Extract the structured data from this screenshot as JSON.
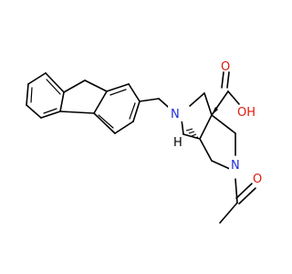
{
  "atoms": {
    "ring_nitrogen_1": "N",
    "ring_nitrogen_2": "N",
    "acid_oxygen": "O",
    "acid_hydroxyl": "OH",
    "acetyl_oxygen": "O",
    "stereo_hydrogen": "H"
  },
  "colors": {
    "bond": "#000000",
    "nitrogen": "#1f2fd6",
    "oxygen": "#e0190b",
    "carbon_label": "#000000"
  }
}
